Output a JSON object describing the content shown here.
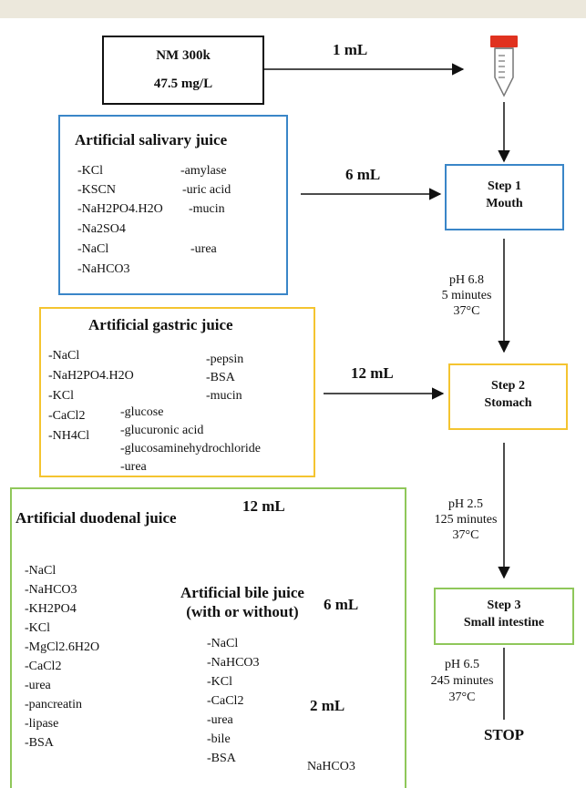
{
  "sample": {
    "name": "NM 300k",
    "concentration": "47.5 mg/L"
  },
  "flows": {
    "sample_volume": "1 mL",
    "saliva_volume": "6 mL",
    "gastric_volume": "12 mL",
    "duodenal_volume": "12 mL",
    "bile_volume": "6 mL",
    "bicarbonate_volume": "2 mL"
  },
  "salivary": {
    "title": "Artificial salivary juice",
    "col1": [
      "-KCl",
      "-KSCN",
      "-NaH2PO4.H2O",
      "-Na2SO4",
      "-NaCl",
      "-NaHCO3"
    ],
    "col2": [
      "-amylase",
      "-uric acid",
      "-mucin",
      "-urea"
    ]
  },
  "gastric": {
    "title": "Artificial gastric juice",
    "col1": [
      "-NaCl",
      "-NaH2PO4.H2O",
      "-KCl",
      "-CaCl2",
      "-NH4Cl"
    ],
    "col2": [
      "-pepsin",
      "-BSA",
      "-mucin"
    ],
    "col3": [
      "-glucose",
      "-glucuronic acid",
      "-glucosaminehydrochloride",
      "-urea"
    ]
  },
  "duodenal": {
    "title": "Artificial duodenal juice",
    "items": [
      "-NaCl",
      "-NaHCO3",
      "-KH2PO4",
      "-KCl",
      "-MgCl2.6H2O",
      "-CaCl2",
      "-urea",
      "-pancreatin",
      "-lipase",
      "-BSA"
    ]
  },
  "bile": {
    "title_line1": "Artificial bile juice",
    "title_line2": "(with or without)",
    "items": [
      "-NaCl",
      "-NaHCO3",
      "-KCl",
      "-CaCl2",
      "-urea",
      "-bile",
      "-BSA"
    ]
  },
  "bicarbonate": {
    "label": "NaHCO3"
  },
  "steps": {
    "step1": {
      "title": "Step 1",
      "subtitle": "Mouth"
    },
    "step2": {
      "title": "Step 2",
      "subtitle": "Stomach"
    },
    "step3": {
      "title": "Step 3",
      "subtitle": "Small intestine"
    }
  },
  "conditions": {
    "mouth": {
      "ph": "pH 6.8",
      "time": "5 minutes",
      "temp": "37°C"
    },
    "stomach": {
      "ph": "pH 2.5",
      "time": "125 minutes",
      "temp": "37°C"
    },
    "intestine": {
      "ph": "pH 6.5",
      "time": "245 minutes",
      "temp": "37°C"
    }
  },
  "end_label": "STOP",
  "colors": {
    "blue": "#3a86c8",
    "yellow": "#f4c430",
    "green": "#8fc75a",
    "black": "#111111",
    "tube_cap": "#e0321f"
  }
}
